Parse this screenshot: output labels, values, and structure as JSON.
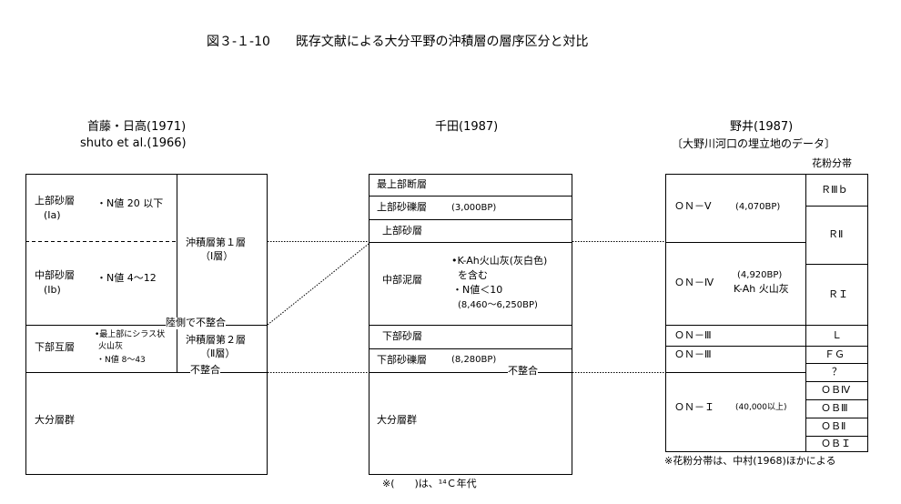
{
  "title": "図３-１-10　　既存文献による大分平野の沖積層の層序区分と対比",
  "columns": {
    "shuto": {
      "header": "首藤・日高(1971)",
      "subheader": "shuto et al.(1966)",
      "units": {
        "upper_sand": {
          "name": "上部砂層",
          "code": "(Ia)",
          "note": "・N値 20 以下"
        },
        "middle_sand": {
          "name": "中部砂層",
          "code": "(Ib)",
          "note": "・N値 4～12"
        },
        "lower_alternation": {
          "name": "下部互層",
          "notes": [
            "•最上部にシラス状",
            "火山灰",
            "・N値 8～43"
          ]
        },
        "oita_group": {
          "name": "大分層群"
        }
      },
      "alluvium_1": [
        "沖積層第１層",
        "（Ⅰ層）"
      ],
      "alluvium_2": [
        "沖積層第２層",
        "（Ⅱ層）"
      ],
      "unconformity_land": "陸側で不整合",
      "unconformity": "不整合"
    },
    "chida": {
      "header": "千田(1987)",
      "units": {
        "top_fault": "最上部断層",
        "upper_gravel": {
          "name": "上部砂礫層",
          "age": "(3,000BP)"
        },
        "upper_sand": "上部砂層",
        "middle_mud": {
          "name": "中部泥層",
          "notes": [
            "•K-Ah火山灰(灰白色)",
            "を含む",
            "・N値＜10",
            "(8,460～6,250BP)"
          ]
        },
        "lower_sand": "下部砂層",
        "lower_gravel": {
          "name": "下部砂礫層",
          "age": "(8,280BP)"
        },
        "oita_group": "大分層群"
      },
      "unconformity": "不整合",
      "footnote": "※(　　)は、¹⁴Ｃ年代"
    },
    "noi": {
      "header": "野井(1987)",
      "subheader": "〔大野川河口の埋立地のデータ〕",
      "pollen_header": "花粉分帯",
      "units": {
        "on5": {
          "name": "ＯＮ－Ⅴ",
          "age": "(4,070BP)"
        },
        "on4": {
          "name": "ＯＮ－Ⅳ",
          "age": "(4,920BP)",
          "note": "K-Ah 火山灰"
        },
        "on3a": {
          "name": "ＯＮ－Ⅲ"
        },
        "on3b": {
          "name": "ＯＮ－Ⅲ"
        },
        "on1": {
          "name": "ＯＮ－Ｉ",
          "age": "(40,000以上)"
        }
      },
      "pollen_zones": [
        "ＲⅢｂ",
        "ＲⅡ",
        "ＲＩ",
        "Ｌ",
        "ＦＧ",
        "？",
        "ＯＢⅣ",
        "ＯＢⅢ",
        "ＯＢⅡ",
        "ＯＢＩ"
      ],
      "footnote": "※花粉分帯は、中村(1968)ほかによる"
    }
  }
}
